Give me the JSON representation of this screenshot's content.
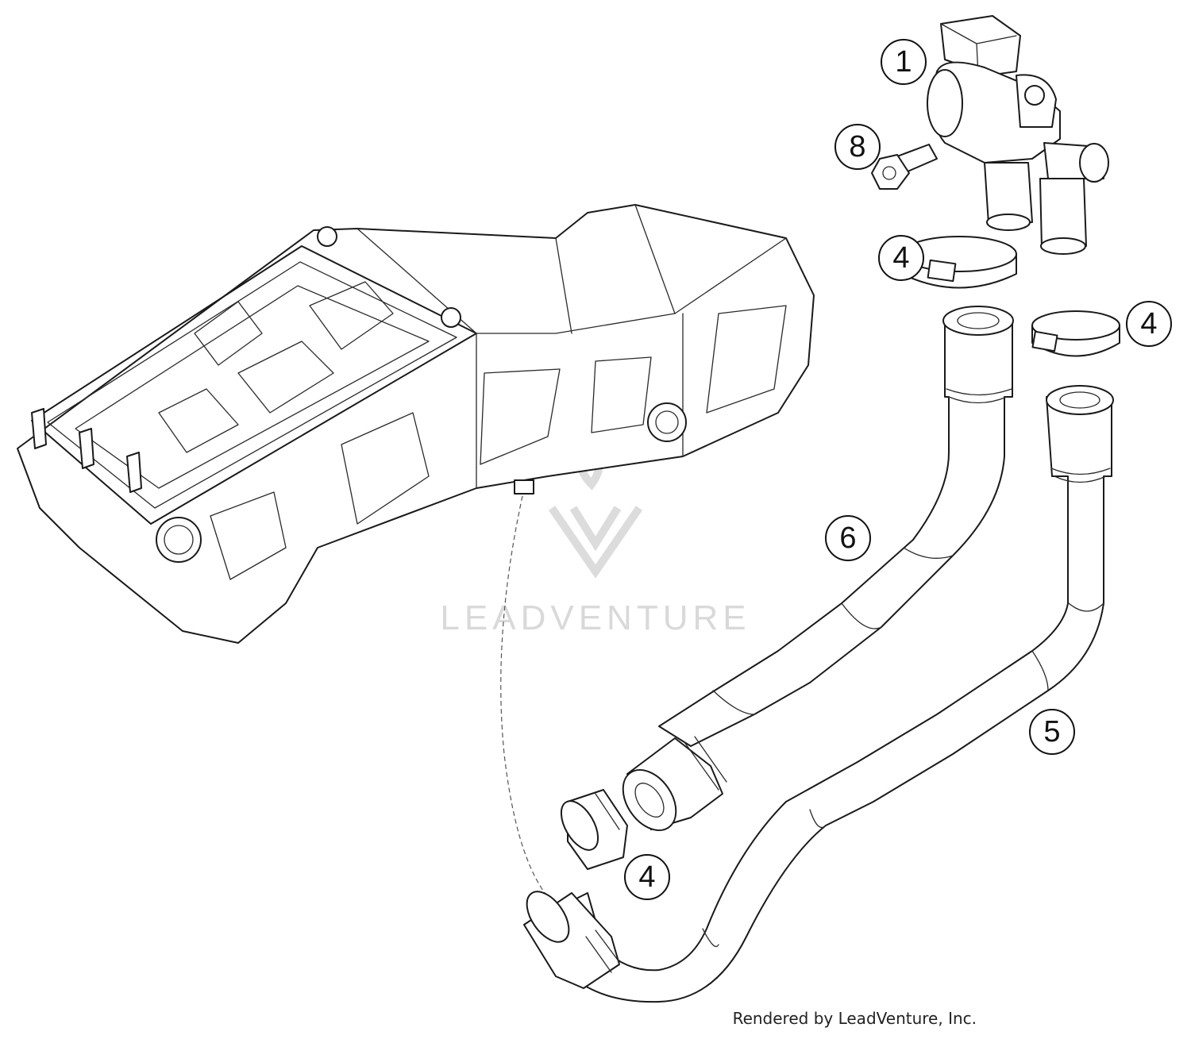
{
  "watermark": {
    "text": "LEADVENTURE",
    "color": "#d9d9d9"
  },
  "credit": "Rendered by LeadVenture, Inc.",
  "callouts": [
    {
      "id": "callout-1",
      "label": "1"
    },
    {
      "id": "callout-8",
      "label": "8"
    },
    {
      "id": "callout-4-a",
      "label": "4"
    },
    {
      "id": "callout-4-b",
      "label": "4"
    },
    {
      "id": "callout-6",
      "label": "6"
    },
    {
      "id": "callout-5",
      "label": "5"
    },
    {
      "id": "callout-4-c",
      "label": "4"
    }
  ],
  "parts": [
    {
      "name": "valve",
      "callout": "1"
    },
    {
      "name": "bolt",
      "callout": "8"
    },
    {
      "name": "clamp",
      "callout": "4"
    },
    {
      "name": "hose-upper",
      "callout": "6"
    },
    {
      "name": "hose-lower",
      "callout": "5"
    },
    {
      "name": "cap",
      "callout": "4"
    },
    {
      "name": "fuel-tank",
      "callout": ""
    }
  ]
}
